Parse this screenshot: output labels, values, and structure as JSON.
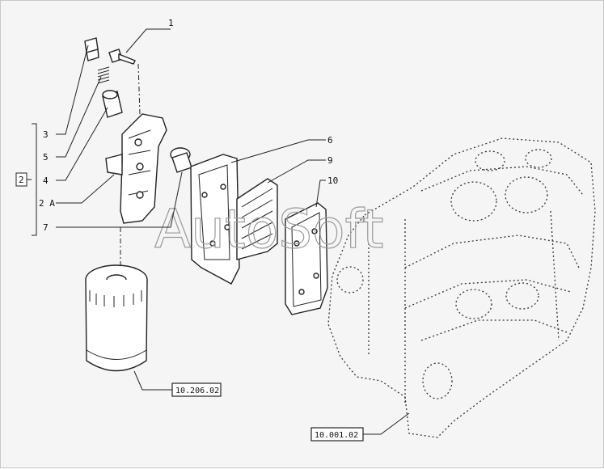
{
  "watermark": "AutoSoft",
  "callouts": [
    {
      "id": "1",
      "label": "1"
    },
    {
      "id": "3",
      "label": "3"
    },
    {
      "id": "5",
      "label": "5"
    },
    {
      "id": "4",
      "label": "4"
    },
    {
      "id": "2A",
      "label": "2 A"
    },
    {
      "id": "7",
      "label": "7"
    },
    {
      "id": "6",
      "label": "6"
    },
    {
      "id": "9",
      "label": "9"
    },
    {
      "id": "10",
      "label": "10"
    }
  ],
  "group_label": "2",
  "references": {
    "oil_filter": "10.206.02",
    "engine_block": "10.001.02"
  }
}
